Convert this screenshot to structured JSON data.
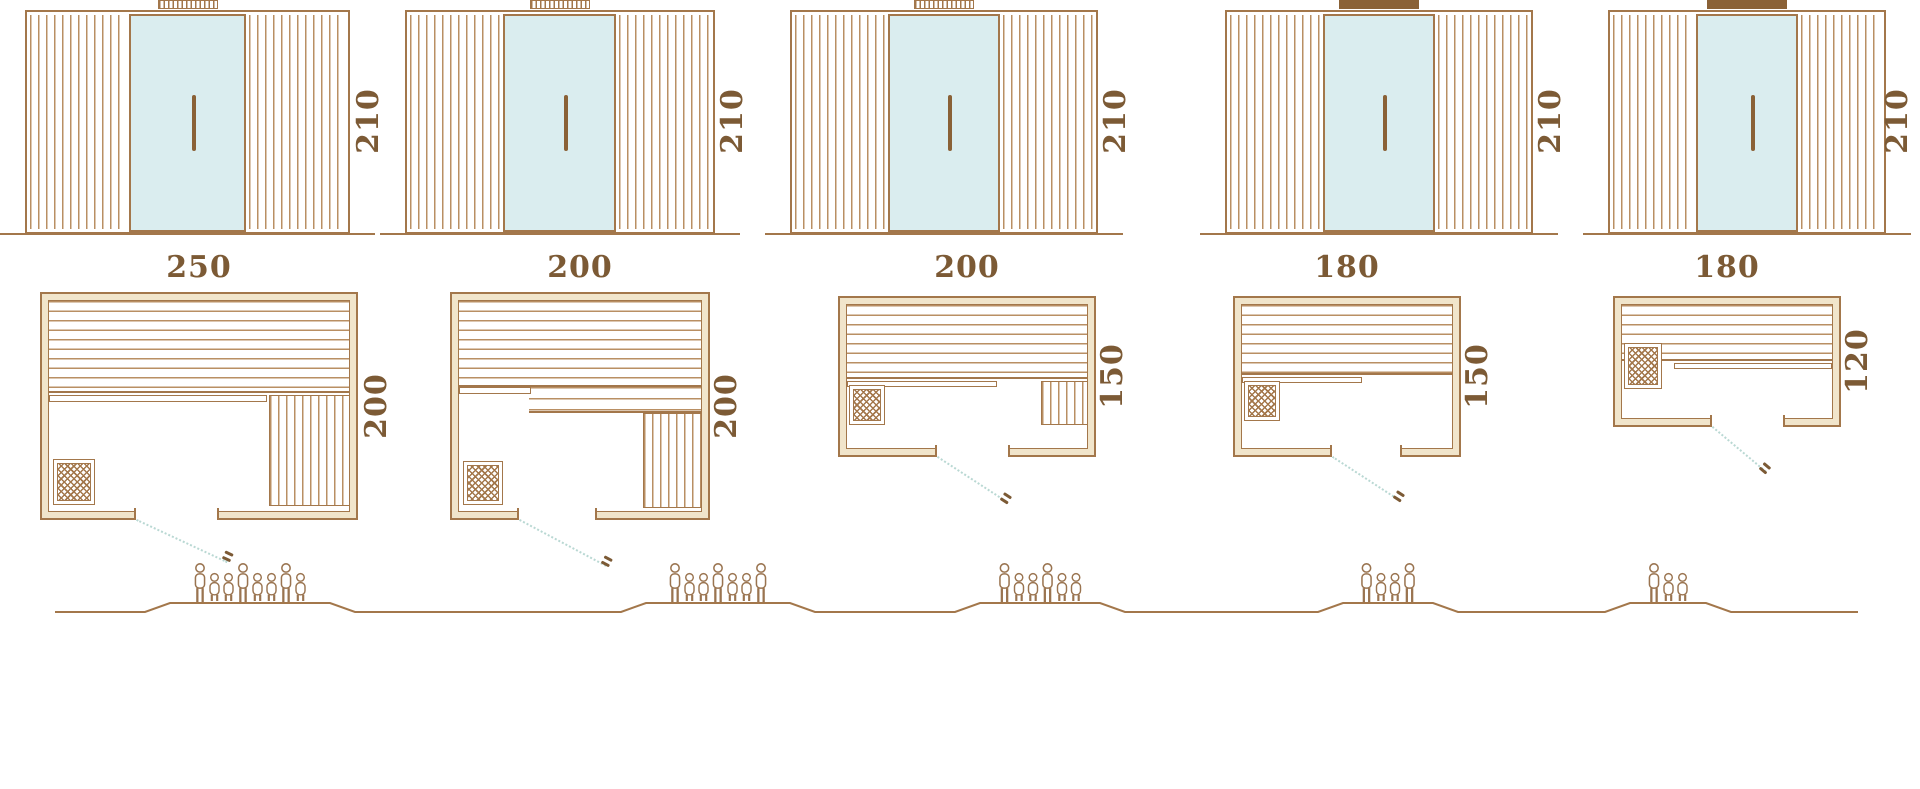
{
  "models": [
    {
      "name": "sauna-250x200",
      "height": "210",
      "width": "250",
      "depth": "200",
      "capacity": 8
    },
    {
      "name": "sauna-200x200",
      "height": "210",
      "width": "200",
      "depth": "200",
      "capacity": 7
    },
    {
      "name": "sauna-200x150",
      "height": "210",
      "width": "200",
      "depth": "150",
      "capacity": 6
    },
    {
      "name": "sauna-180x150",
      "height": "210",
      "width": "180",
      "depth": "150",
      "capacity": 4
    },
    {
      "name": "sauna-180x120",
      "height": "210",
      "width": "180",
      "depth": "120",
      "capacity": 3
    }
  ],
  "colors": {
    "line": "#a3774b",
    "line_dark": "#8a6136",
    "slat": "#b98f63",
    "text": "#7c5a35",
    "glass": "#daedef",
    "wall_fill": "#f1e5cb"
  }
}
